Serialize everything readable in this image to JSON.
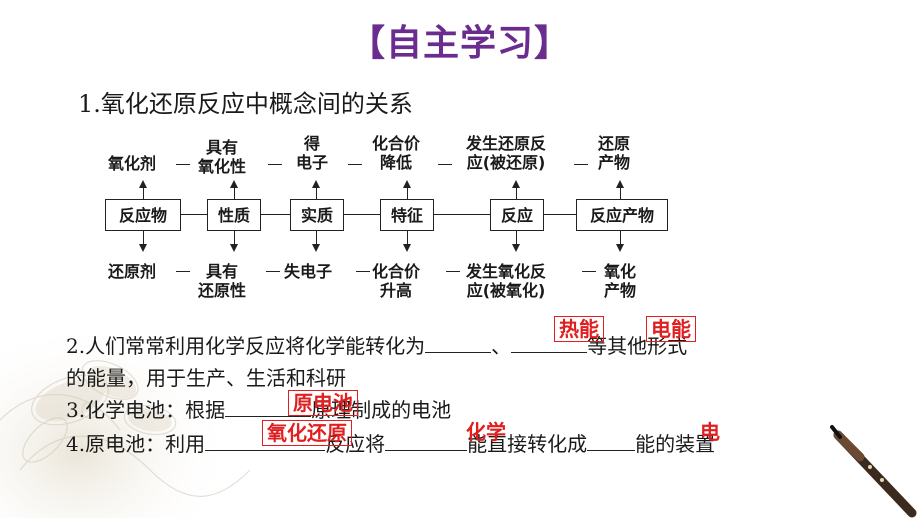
{
  "title": "【自主学习】",
  "section1": "1.氧化还原反应中概念间的关系",
  "diagram": {
    "boxes": [
      "反应物",
      "性质",
      "实质",
      "特征",
      "反应",
      "反应产物"
    ],
    "top_labels": [
      [
        "氧化剂",
        ""
      ],
      [
        "具有",
        "氧化性"
      ],
      [
        "得",
        "电子"
      ],
      [
        "化合价",
        "降低"
      ],
      [
        "发生还原反",
        "应(被还原)"
      ],
      [
        "还原",
        "产物"
      ]
    ],
    "bottom_labels": [
      [
        "还原剂",
        ""
      ],
      [
        "具有",
        "还原性"
      ],
      [
        "失电子",
        ""
      ],
      [
        "化合价",
        "升高"
      ],
      [
        "发生氧化反",
        "应(被氧化)"
      ],
      [
        "氧化",
        "产物"
      ]
    ]
  },
  "q2": {
    "prefix": "2.人们常常利用化学反应将化学能转化为",
    "sep": "、",
    "suffix": "等其他形式",
    "line2": "的能量，用于生产、生活和科研",
    "answer1": "热能",
    "answer2": "电能"
  },
  "q3": {
    "prefix": "3.化学电池：根据",
    "suffix": "原理制成的电池",
    "answer": "原电池"
  },
  "q4": {
    "prefix": "4.原电池：利用",
    "mid1": "反应将",
    "mid2": "能直接转化成",
    "suffix": "能的装置",
    "answer1": "氧化还原",
    "answer2": "化学",
    "answer3": "电"
  },
  "colors": {
    "title": "#6a2d8f",
    "answer": "#e02020"
  }
}
